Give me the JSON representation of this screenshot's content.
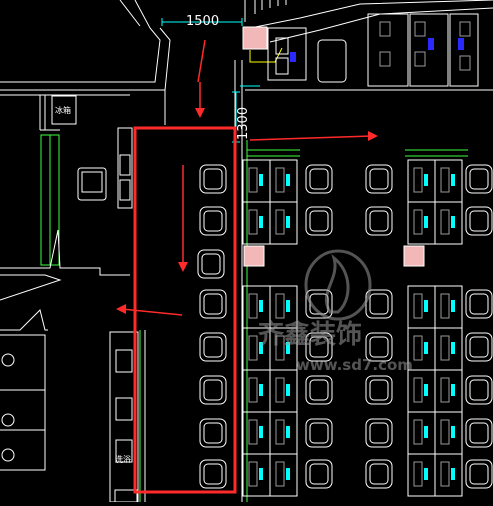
{
  "drawing": {
    "background": "#000000",
    "colors": {
      "wall": "#ffffff",
      "wall_green": "#3cff3c",
      "cyan": "#00ffff",
      "yellow": "#ffff00",
      "red": "#ff2a2a",
      "gray": "#9a9a9a",
      "blue": "#2a2aff",
      "pink_fill": "#f2b8b8"
    },
    "dimensions": {
      "top_width": "1500",
      "corridor_width": "1300"
    },
    "labels": {
      "upper_room": "冰箱",
      "lower_room": "洗浴"
    },
    "watermark": {
      "logo": "flame-logo",
      "text_cn": "齐鑫装饰",
      "text_en": "www.sd7.com"
    },
    "icons": {
      "arrow": "red-flow-arrow",
      "desk": "office-desk-icon",
      "chair": "office-chair-icon"
    }
  }
}
